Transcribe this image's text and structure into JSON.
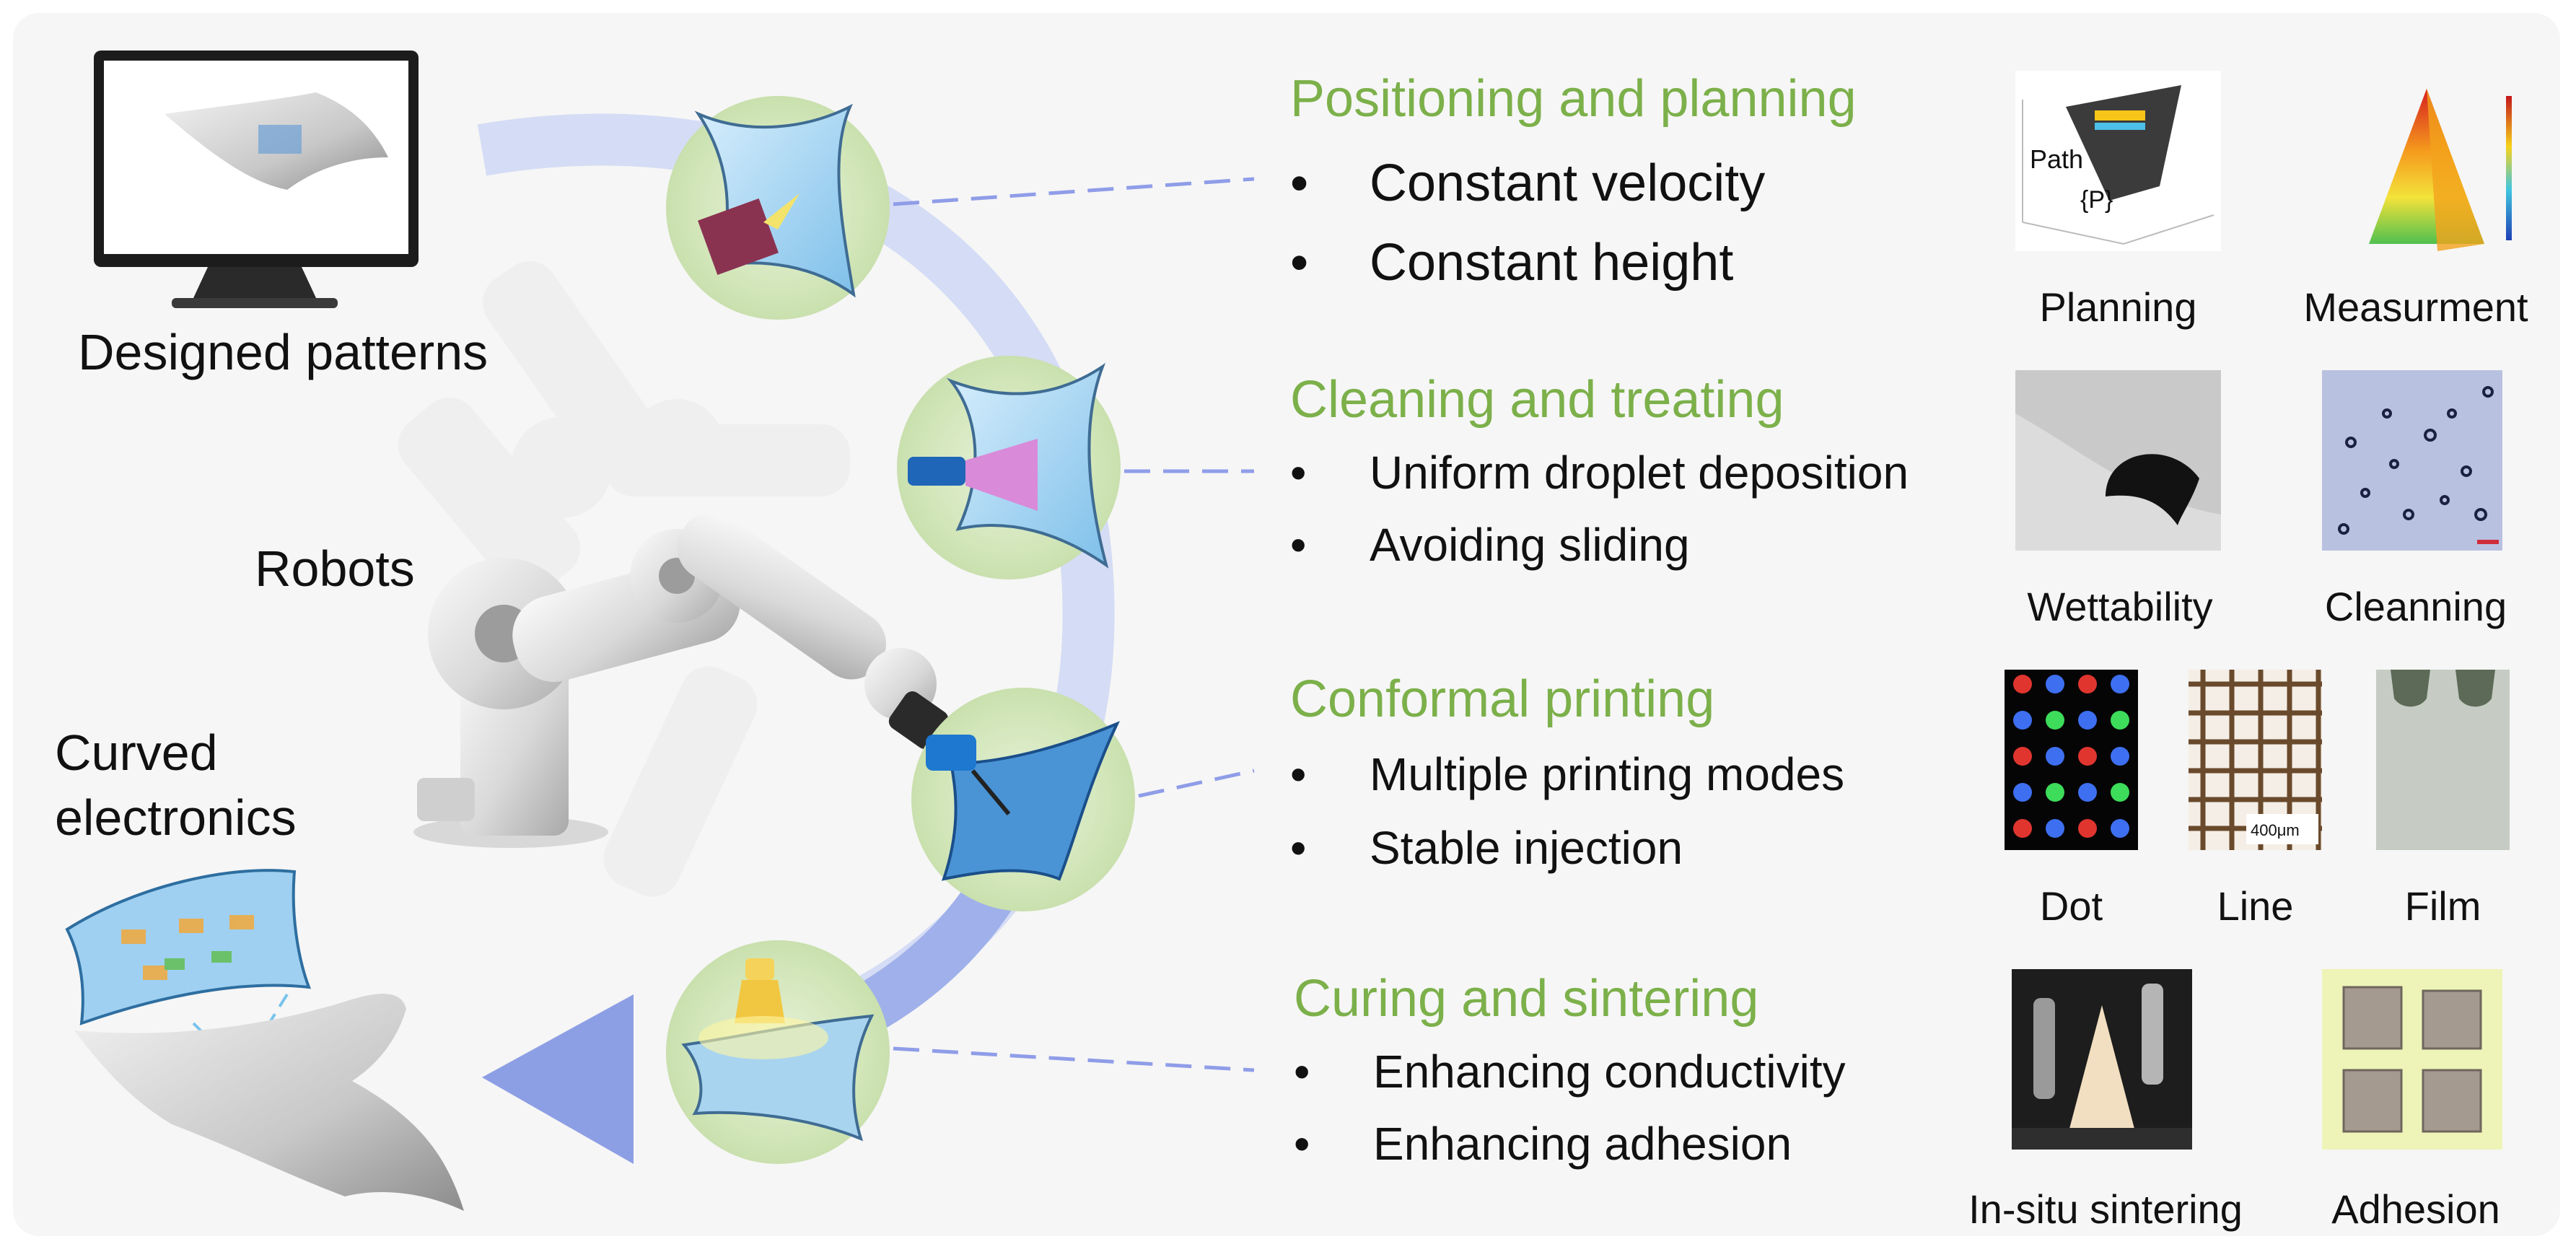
{
  "labels": {
    "designed_patterns": "Designed patterns",
    "robots": "Robots",
    "curved_electronics_line1": "Curved",
    "curved_electronics_line2": "electronics"
  },
  "sections": [
    {
      "title": "Positioning and planning",
      "bullets": [
        "Constant velocity",
        "Constant height"
      ],
      "images": [
        {
          "caption": "Planning",
          "icon": "path-planning-plot",
          "inset_label_1": "Path",
          "inset_label_2": "{P}"
        },
        {
          "caption": "Measurment",
          "icon": "height-map-cone"
        }
      ]
    },
    {
      "title": "Cleaning and treating",
      "bullets": [
        "Uniform droplet deposition",
        "Avoiding sliding"
      ],
      "images": [
        {
          "caption": "Wettability",
          "icon": "contact-angle-droplet"
        },
        {
          "caption": "Cleanning",
          "icon": "micro-particles"
        }
      ]
    },
    {
      "title": "Conformal printing",
      "bullets": [
        "Multiple printing modes",
        "Stable injection"
      ],
      "images": [
        {
          "caption": "Dot",
          "icon": "printed-dot-array"
        },
        {
          "caption": "Line",
          "icon": "printed-line-grid",
          "scale_label": "400μm"
        },
        {
          "caption": "Film",
          "icon": "printed-film"
        }
      ]
    },
    {
      "title": "Curing and sintering",
      "bullets": [
        "Enhancing conductivity",
        "Enhancing adhesion"
      ],
      "images": [
        {
          "caption": "In-situ sintering",
          "icon": "dual-robot-sintering"
        },
        {
          "caption": "Adhesion",
          "icon": "adhesion-pads"
        }
      ]
    }
  ],
  "colors": {
    "section_title": "#7cb04a",
    "arc": "#c7d1f3",
    "arc_strong": "#9aaae8",
    "circle_fill": "#d3e6bc",
    "connector": "#8f9de8"
  }
}
